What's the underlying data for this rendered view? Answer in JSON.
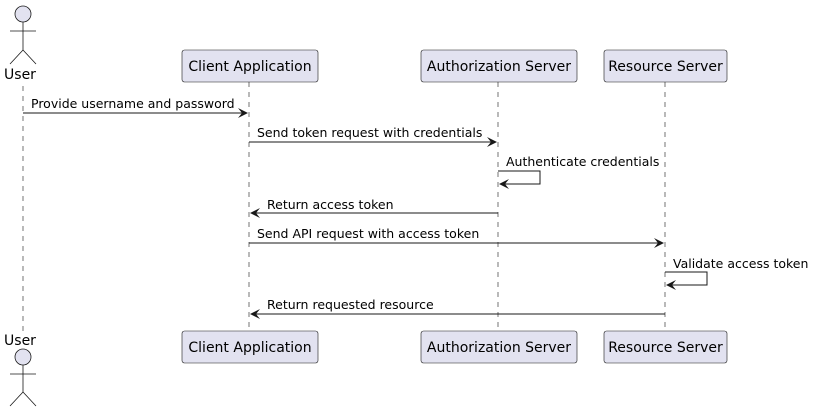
{
  "participants": {
    "user": "User",
    "client": "Client Application",
    "auth": "Authorization Server",
    "resource": "Resource Server"
  },
  "messages": [
    {
      "from": "user",
      "to": "client",
      "label": "Provide username and password"
    },
    {
      "from": "client",
      "to": "auth",
      "label": "Send token request with credentials"
    },
    {
      "from": "auth",
      "to": "auth",
      "label": "Authenticate credentials"
    },
    {
      "from": "auth",
      "to": "client",
      "label": "Return access token"
    },
    {
      "from": "client",
      "to": "resource",
      "label": "Send API request with access token"
    },
    {
      "from": "resource",
      "to": "resource",
      "label": "Validate access token"
    },
    {
      "from": "resource",
      "to": "client",
      "label": "Return requested resource"
    }
  ],
  "colors": {
    "participant_fill": "#E2E2F0",
    "stroke": "#181818",
    "text": "#000000"
  }
}
